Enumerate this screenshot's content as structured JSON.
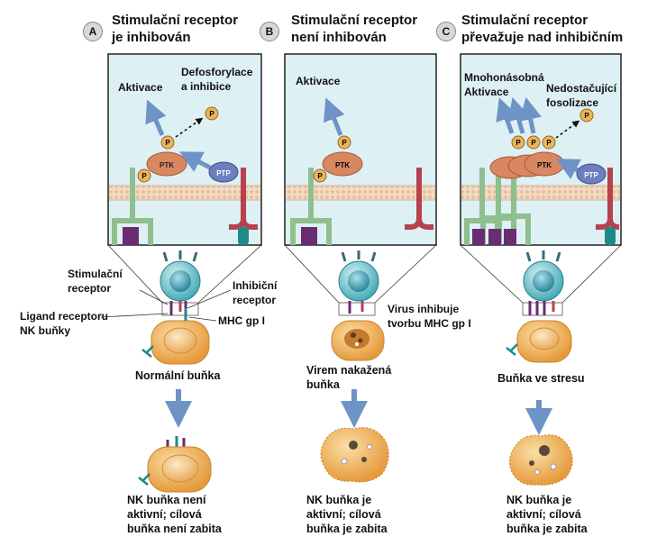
{
  "panels": [
    {
      "letter": "A",
      "title_line1": "Stimulační receptor",
      "title_line2": "je inhibován",
      "inset_left": "Aktivace",
      "inset_right_line1": "Defosforylace",
      "inset_right_line2": "a inhibice",
      "cell_caption": "Normální buňka",
      "outcome_line1": "NK buňka není",
      "outcome_line2": "aktivní; cílová",
      "outcome_line3": "buňka není zabita"
    },
    {
      "letter": "B",
      "title_line1": "Stimulační receptor",
      "title_line2": "není inhibován",
      "inset_left": "Aktivace",
      "side_line1": "Virus inhibuje",
      "side_line2": "tvorbu MHC gp I",
      "cell_caption_line1": "Virem nakažená",
      "cell_caption_line2": "buňka",
      "outcome_line1": "NK buňka je",
      "outcome_line2": "aktivní; cílová",
      "outcome_line3": "buňka je zabita"
    },
    {
      "letter": "C",
      "title_line1": "Stimulační receptor",
      "title_line2": "převažuje nad inhibičním",
      "inset_left_line1": "Mnohonásobná",
      "inset_left_line2": "Aktivace",
      "inset_right_line1": "Nedostačující",
      "inset_right_line2": "fosolizace",
      "cell_caption": "Buňka ve stresu",
      "outcome_line1": "NK buňka je",
      "outcome_line2": "aktivní; cílová",
      "outcome_line3": "buňka je zabita"
    }
  ],
  "labels": {
    "stim_line1": "Stimulační",
    "stim_line2": "receptor",
    "inhib_line1": "Inhibiční",
    "inhib_line2": "receptor",
    "mhc": "MHC gp I",
    "ligand_line1": "Ligand receptoru",
    "ligand_line2": "NK buňky"
  },
  "molecules": {
    "ptk": "PTK",
    "ptp": "PTP",
    "phosphate": "P"
  },
  "colors": {
    "inset_bg": "#ddf0f4",
    "membrane": "#f0d2ba",
    "ptk": "#d98760",
    "ptp": "#6c7fc0",
    "phosphate": "#e9b45c",
    "stim_receptor": "#8fbf8e",
    "inhib_receptor": "#b5424e",
    "ligand": "#6a2c73",
    "mhc": "#1f8a8a",
    "arrow": "#6e93c6",
    "nk_cell": "#5fb8c4",
    "target_cell": "#f0b65a"
  }
}
